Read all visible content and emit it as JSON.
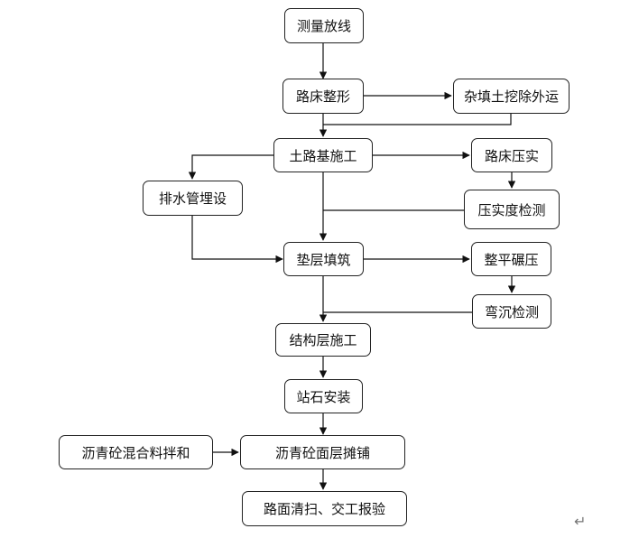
{
  "diagram": {
    "nodes": {
      "survey": "测量放线",
      "subgrade_shaping": "路床整形",
      "spoil_removal": "杂填土挖除外运",
      "earth_subgrade": "土路基施工",
      "subgrade_compaction": "路床压实",
      "drain_pipe": "排水管埋设",
      "compaction_test": "压实度检测",
      "cushion_fill": "垫层填筑",
      "level_roll": "整平碾压",
      "deflection_test": "弯沉检测",
      "structure_layer": "结构层施工",
      "curb_install": "站石安装",
      "asphalt_mixing": "沥青砼混合料拌和",
      "asphalt_paving": "沥青砼面层摊铺",
      "cleanup_handover": "路面清扫、交工报验"
    },
    "return_mark": "↵"
  }
}
